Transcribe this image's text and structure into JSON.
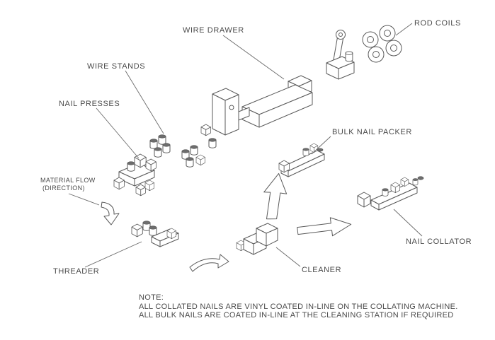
{
  "diagram": {
    "labels": {
      "wire_drawer": "WIRE DRAWER",
      "rod_coils": "ROD COILS",
      "wire_stands": "WIRE STANDS",
      "nail_presses": "NAIL PRESSES",
      "material_flow": "MATERIAL FLOW",
      "material_flow_direction": "(DIRECTION)",
      "threader": "THREADER",
      "bulk_nail_packer": "BULK NAIL PACKER",
      "nail_collator": "NAIL COLLATOR",
      "cleaner": "CLEANER"
    },
    "note": {
      "heading": "NOTE:",
      "line1": "ALL COLLATED NAILS ARE VINYL COATED IN-LINE ON THE COLLATING MACHINE.",
      "line2": "ALL BULK NAILS ARE COATED IN-LINE AT THE CLEANING STATION IF REQUIRED"
    },
    "colors": {
      "line": "#5a5a5a",
      "text": "#4a4a4a",
      "background": "#ffffff"
    }
  }
}
